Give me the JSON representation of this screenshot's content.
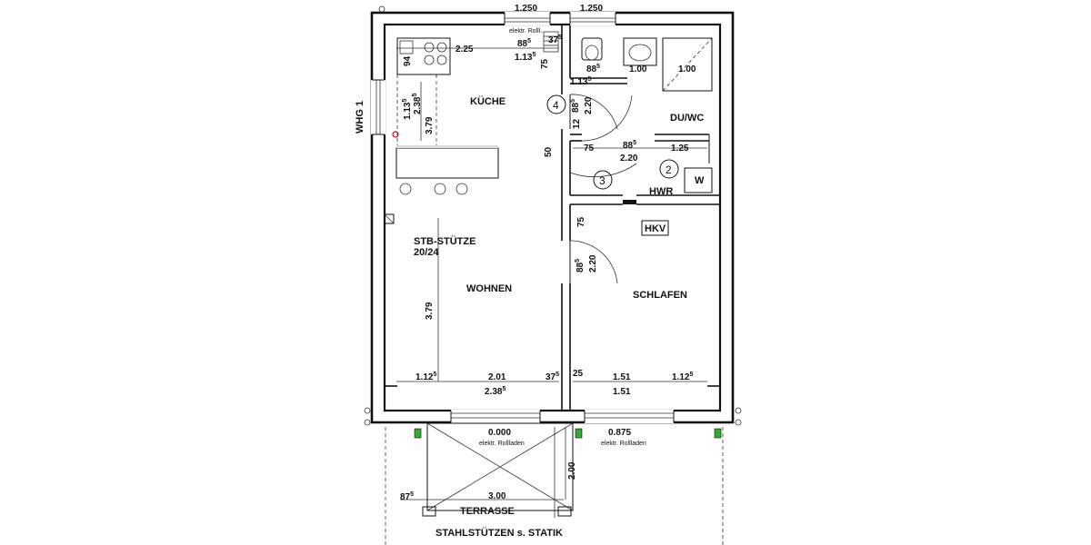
{
  "apartment_label": "WHG 1",
  "rooms": {
    "kitchen": "KÜCHE",
    "bath": "DU/WC",
    "utility": "HWR",
    "living": "WOHNEN",
    "bedroom": "SCHLAFEN",
    "terrace": "TERRASSE"
  },
  "equipment": {
    "heating_box": "HKV",
    "washer": "W"
  },
  "column_note": {
    "line1": "STB-STÜTZE",
    "line2": "20/24"
  },
  "steel_columns_note": "STAHLSTÜTZEN s. STATIK",
  "roller_shutter_top": "elektr. Rolll.",
  "roller_shutter_bottom_left": "elektr. Rollladen",
  "roller_shutter_bottom_right": "elektr. Rollladen",
  "levels": {
    "left": "0.000",
    "right": "0.875"
  },
  "door_numbers": [
    "4",
    "3",
    "2"
  ],
  "dimensions": {
    "top_left_window": "1.250",
    "top_right_window": "1.250",
    "kitchen_width": "2.25",
    "d_88_top": "88",
    "d_88_top_sup": "5",
    "d_37_top": "37",
    "d_37_top_sup": "5",
    "d_113_top": "1.13",
    "d_113_top_sup": "5",
    "d_94": "94",
    "d_75_vert_top": "75",
    "bath_88": "88",
    "bath_88_sup": "5",
    "bath_100_a": "1.00",
    "bath_100_b": "1.00",
    "bath_113": "1.13",
    "bath_113_sup": "5",
    "kitchen_left_113": "1.13",
    "kitchen_left_113_sup": "5",
    "kitchen_left_238": "2.38",
    "kitchen_left_238_sup": "5",
    "kitchen_left_379": "3.79",
    "door4_88": "88",
    "door4_88_sup": "5",
    "door4_220": "2.20",
    "d_12": "12",
    "d_50": "50",
    "hall_75": "75",
    "hall_88": "88",
    "hall_88_sup": "5",
    "hall_125": "1.25",
    "hall_220": "2.20",
    "d_75_vert_mid": "75",
    "door_bed_88": "88",
    "door_bed_88_sup": "5",
    "door_bed_220": "2.20",
    "living_379": "3.79",
    "bottom_112_left": "1.12",
    "bottom_112_left_sup": "5",
    "bottom_201": "2.01",
    "bottom_37": "37",
    "bottom_37_sup": "5",
    "bottom_238": "2.38",
    "bottom_238_sup": "5",
    "bottom_25": "25",
    "bottom_151_a": "1.51",
    "bottom_112_right": "1.12",
    "bottom_112_right_sup": "5",
    "bottom_151_b": "1.51",
    "terrace_87": "87",
    "terrace_87_sup": "5",
    "terrace_300": "3.00",
    "terrace_200": "2.00"
  }
}
